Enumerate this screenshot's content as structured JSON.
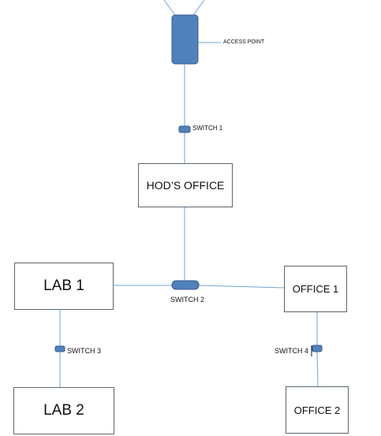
{
  "diagram": {
    "nodes": {
      "access_point": "ACCESS POINT",
      "switch1": "SWITCH 1",
      "hods_office": "HOD’S OFFICE",
      "lab1": "LAB 1",
      "switch2": "SWITCH 2",
      "office1": "OFFICE 1",
      "switch3": "SWITCH 3",
      "switch4": "SWITCH 4",
      "lab2": "LAB 2",
      "office2": "OFFICE 2"
    },
    "edges": [
      {
        "from": "access_point",
        "to": "switch1"
      },
      {
        "from": "switch1",
        "to": "hods_office"
      },
      {
        "from": "hods_office",
        "to": "switch2"
      },
      {
        "from": "lab1",
        "to": "switch2"
      },
      {
        "from": "switch2",
        "to": "office1"
      },
      {
        "from": "lab1",
        "to": "switch3"
      },
      {
        "from": "switch3",
        "to": "lab2"
      },
      {
        "from": "office1",
        "to": "switch4"
      },
      {
        "from": "switch4",
        "to": "office2"
      }
    ],
    "colors": {
      "device_fill": "#4f81bd",
      "device_stroke": "#385d8a",
      "link": "#6fa6cf",
      "box_border": "#5b6770"
    }
  }
}
